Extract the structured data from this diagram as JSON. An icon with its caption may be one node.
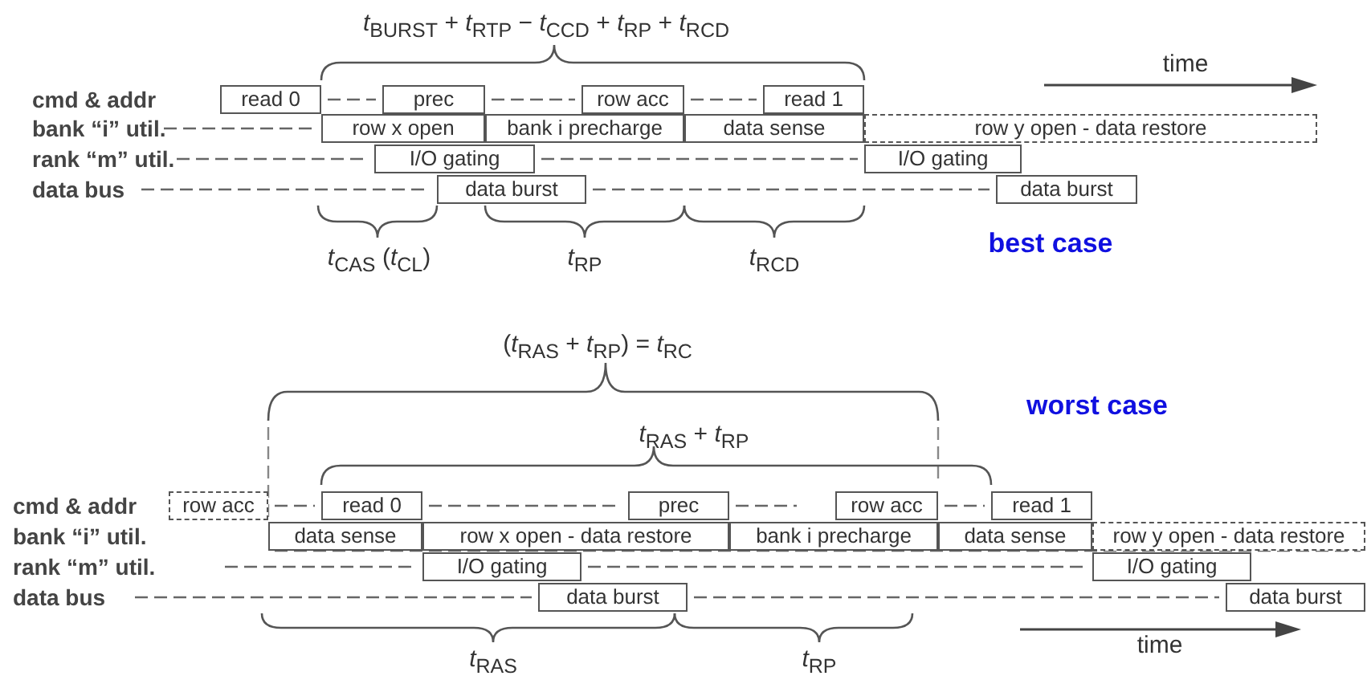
{
  "diagram": {
    "nodes": [
      {
        "text": [
          "read 0"
        ]
      },
      {
        "text": [
          "prec"
        ]
      },
      {
        "text": [
          "row acc"
        ]
      },
      {
        "text": [
          "read 1"
        ]
      },
      {
        "text": [
          "row x open"
        ]
      },
      {
        "text": [
          "bank i precharge"
        ]
      },
      {
        "text": [
          "data sense"
        ]
      },
      {
        "text": [
          "row y open - data restore"
        ]
      },
      {
        "text": [
          "I/O gating"
        ]
      },
      {
        "text": [
          "I/O gating"
        ]
      },
      {
        "text": [
          "data burst"
        ]
      },
      {
        "text": [
          "data burst"
        ]
      },
      {
        "text": [
          "row acc"
        ]
      },
      {
        "text": [
          "read 0"
        ]
      },
      {
        "text": [
          "prec"
        ]
      },
      {
        "text": [
          "row acc"
        ]
      },
      {
        "text": [
          "read 1"
        ]
      },
      {
        "text": [
          "data sense"
        ]
      },
      {
        "text": [
          "row x open - data restore"
        ]
      },
      {
        "text": [
          "bank i precharge"
        ]
      },
      {
        "text": [
          "data sense"
        ]
      },
      {
        "text": [
          "row y open - data restore"
        ]
      },
      {
        "text": [
          "I/O gating"
        ]
      },
      {
        "text": [
          "I/O gating"
        ]
      },
      {
        "text": [
          "data burst"
        ]
      },
      {
        "text": [
          "data burst"
        ]
      }
    ],
    "labels": [
      "*t*$_{BURST}$ + *t*$_{RTP}$ − *t*$_{CCD}$ + *t*$_{RP}$ + *t*$_{RCD}$",
      "time",
      "cmd & addr",
      "bank “i” util.",
      "rank “m” util.",
      "data bus",
      "*t*$_{CAS}$ (*t*$_{CL}$)",
      "*t*$_{RP}$",
      "*t*$_{RCD}$",
      "best case",
      "(*t*$_{RAS}$ + *t*$_{RP}$) = *t*$_{RC}$",
      "worst case",
      "*t*$_{RAS}$ + *t*$_{RP}$",
      "cmd & addr",
      "bank “i” util.",
      "rank “m” util.",
      "data bus",
      "time",
      "*t*$_{RAS}$",
      "*t*$_{RP}$"
    ]
  }
}
